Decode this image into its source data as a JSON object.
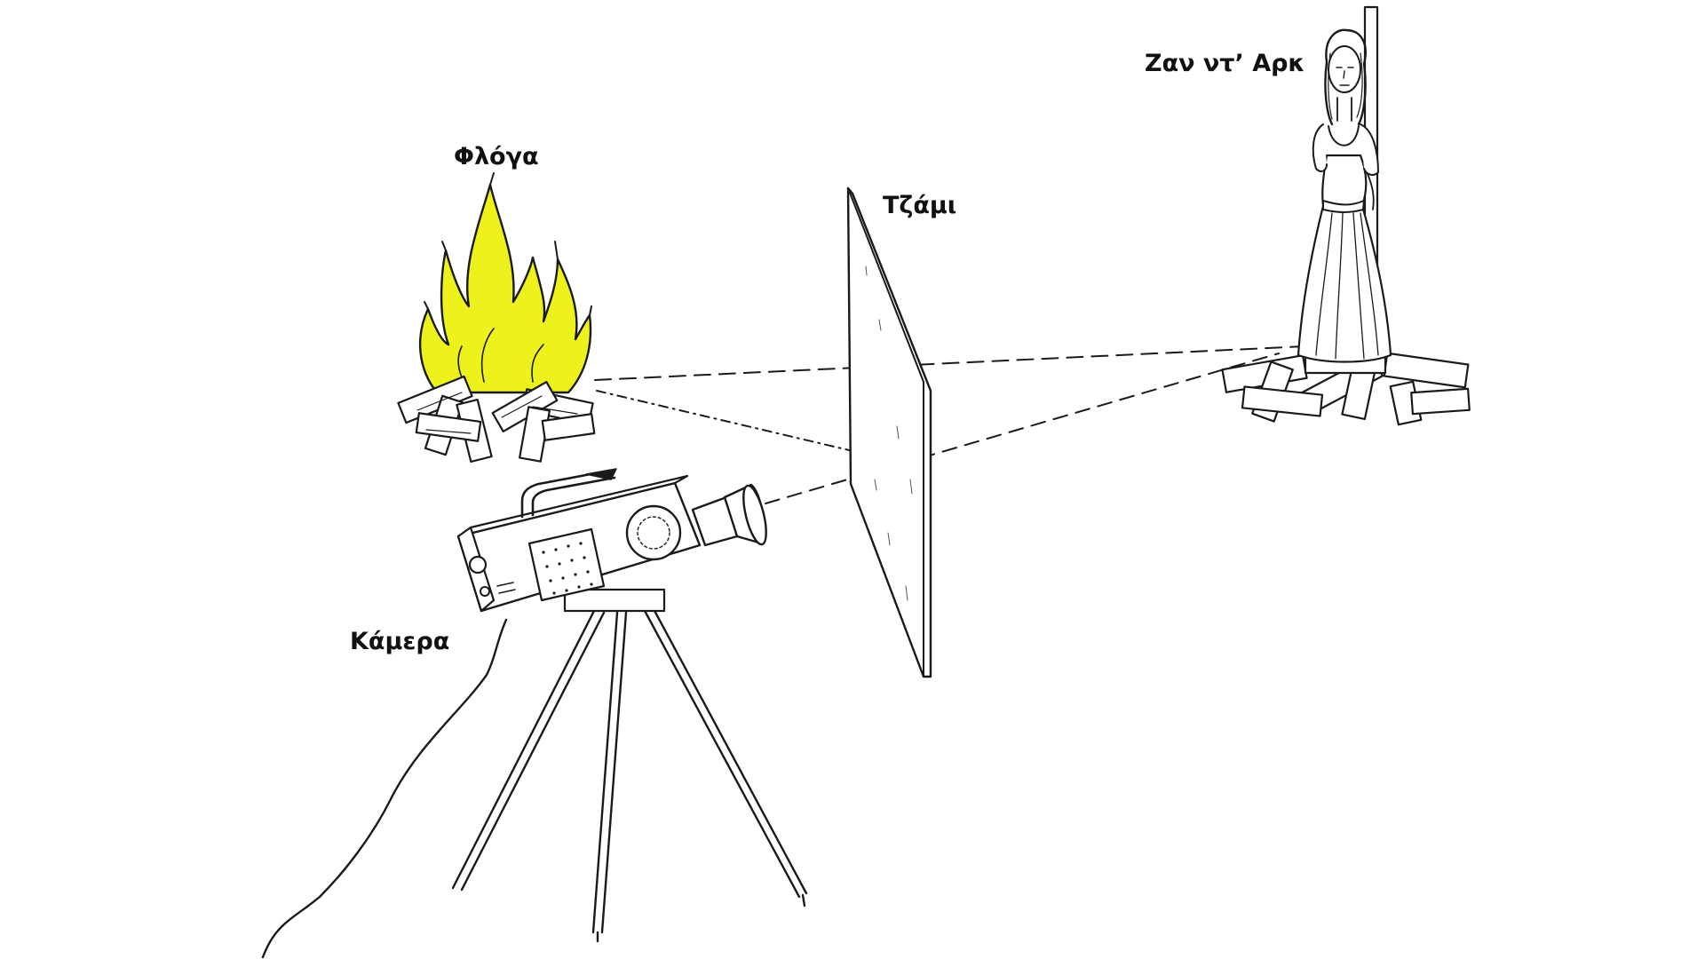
{
  "labels": {
    "flame": "Φλόγα",
    "glass": "Τζάμι",
    "joan": "Ζαν ντ’ Αρκ",
    "camera": "Κάμερα"
  },
  "colors": {
    "flame_fill": "#eef21c",
    "ink": "#1a1a1a",
    "background": "#ffffff"
  }
}
